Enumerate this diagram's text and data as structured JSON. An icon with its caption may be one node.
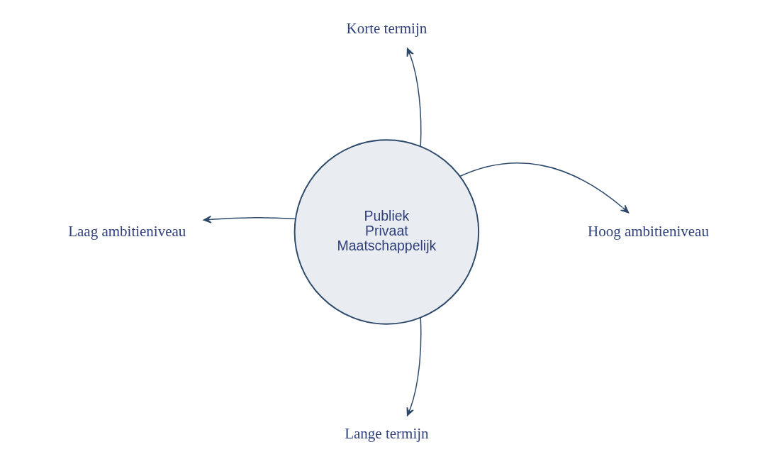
{
  "diagram": {
    "nodes": [
      {
        "text": [
          "Korte termijn"
        ]
      },
      {
        "text": [
          "Laag ambitieniveau"
        ]
      },
      {
        "text": [
          "Publiek",
          "Privaat",
          "Maatschappelijk"
        ]
      },
      {
        "text": [
          "Hoog ambitieniveau"
        ]
      },
      {
        "text": [
          "Lange termijn"
        ]
      }
    ],
    "edges": [
      {
        "from": 2,
        "to": 0,
        "arrow": "to"
      },
      {
        "from": 2,
        "to": 1,
        "arrow": "to"
      },
      {
        "from": 2,
        "to": 3,
        "arrow": "to"
      },
      {
        "from": 2,
        "to": 4,
        "arrow": "to"
      }
    ]
  }
}
